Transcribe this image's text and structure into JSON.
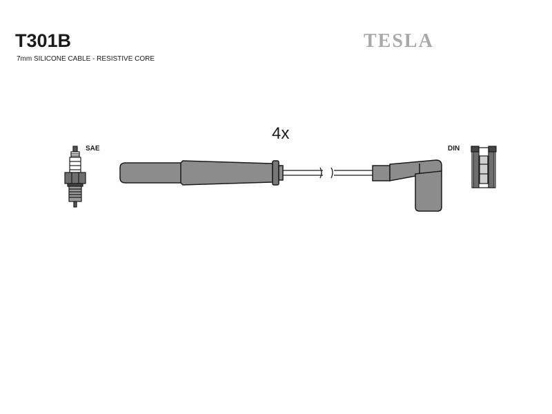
{
  "header": {
    "part_code": "T301B",
    "subtitle": "7mm SILICONE CABLE - RESISTIVE CORE",
    "brand": "TESLA"
  },
  "diagram": {
    "quantity": "4x",
    "left_connector_label": "SAE",
    "right_connector_label": "DIN"
  },
  "colors": {
    "ink": "#1a1a1a",
    "boot_fill": "#8c8c8c",
    "brand_gray": "#a9a9a9"
  }
}
